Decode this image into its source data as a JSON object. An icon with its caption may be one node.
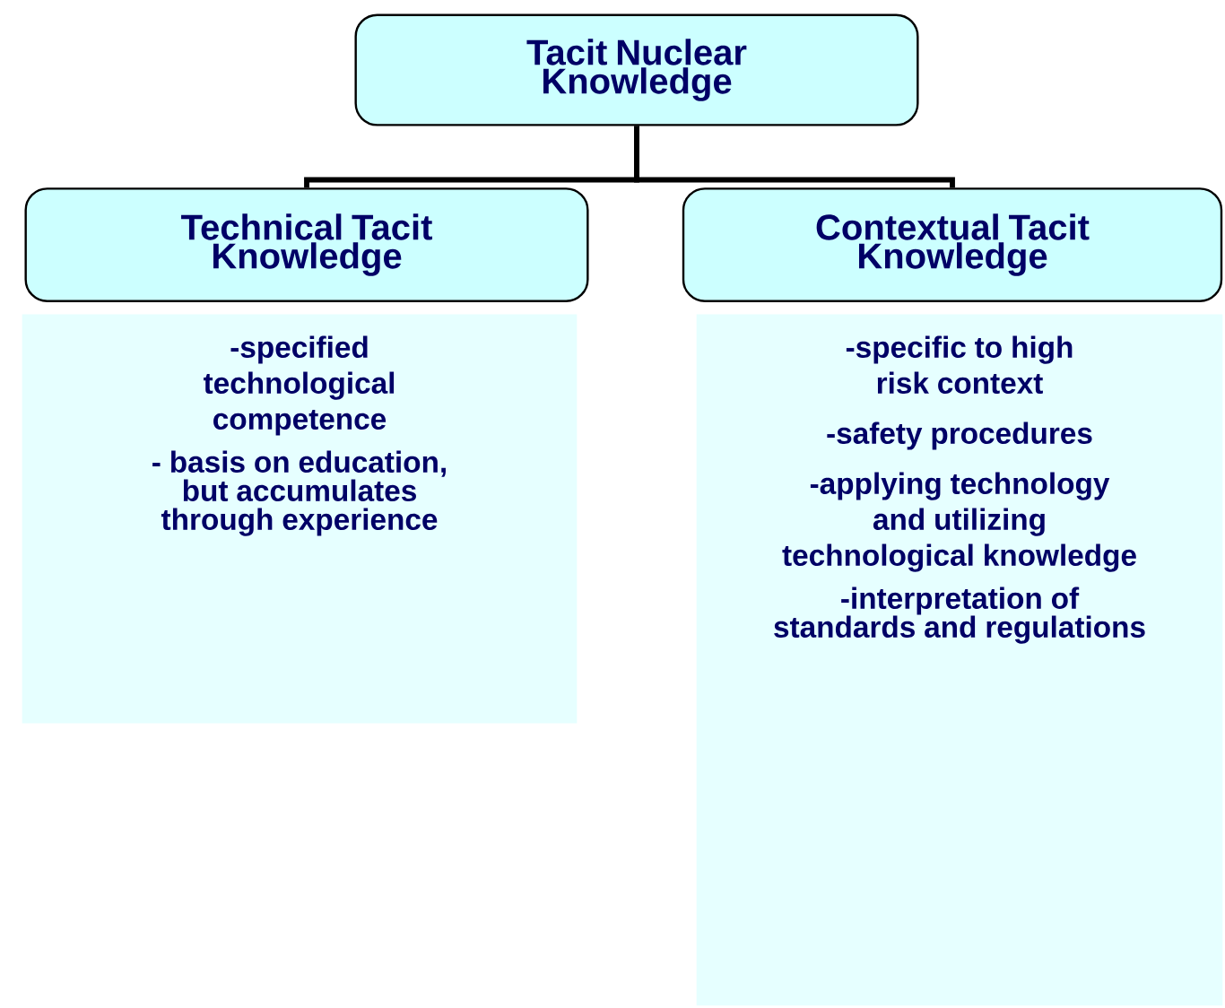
{
  "diagram": {
    "nodes": [
      {
        "text": [
          "Tacit Nuclear Knowledge"
        ]
      },
      {
        "text": [
          "Technical Tacit Knowledge"
        ]
      },
      {
        "text": [
          "Contextual Tacit Knowledge"
        ]
      },
      {
        "text": [
          "-specified technological competence",
          "- basis on education, but accumulates through experience"
        ]
      },
      {
        "text": [
          "-specific to high risk context",
          "-safety procedures",
          "-applying technology and utilizing technological knowledge",
          "-interpretation of standards and regulations"
        ]
      }
    ],
    "edges": [
      {
        "from": 0,
        "to": 1,
        "arrow": "none"
      },
      {
        "from": 0,
        "to": 2,
        "arrow": "none"
      }
    ]
  }
}
